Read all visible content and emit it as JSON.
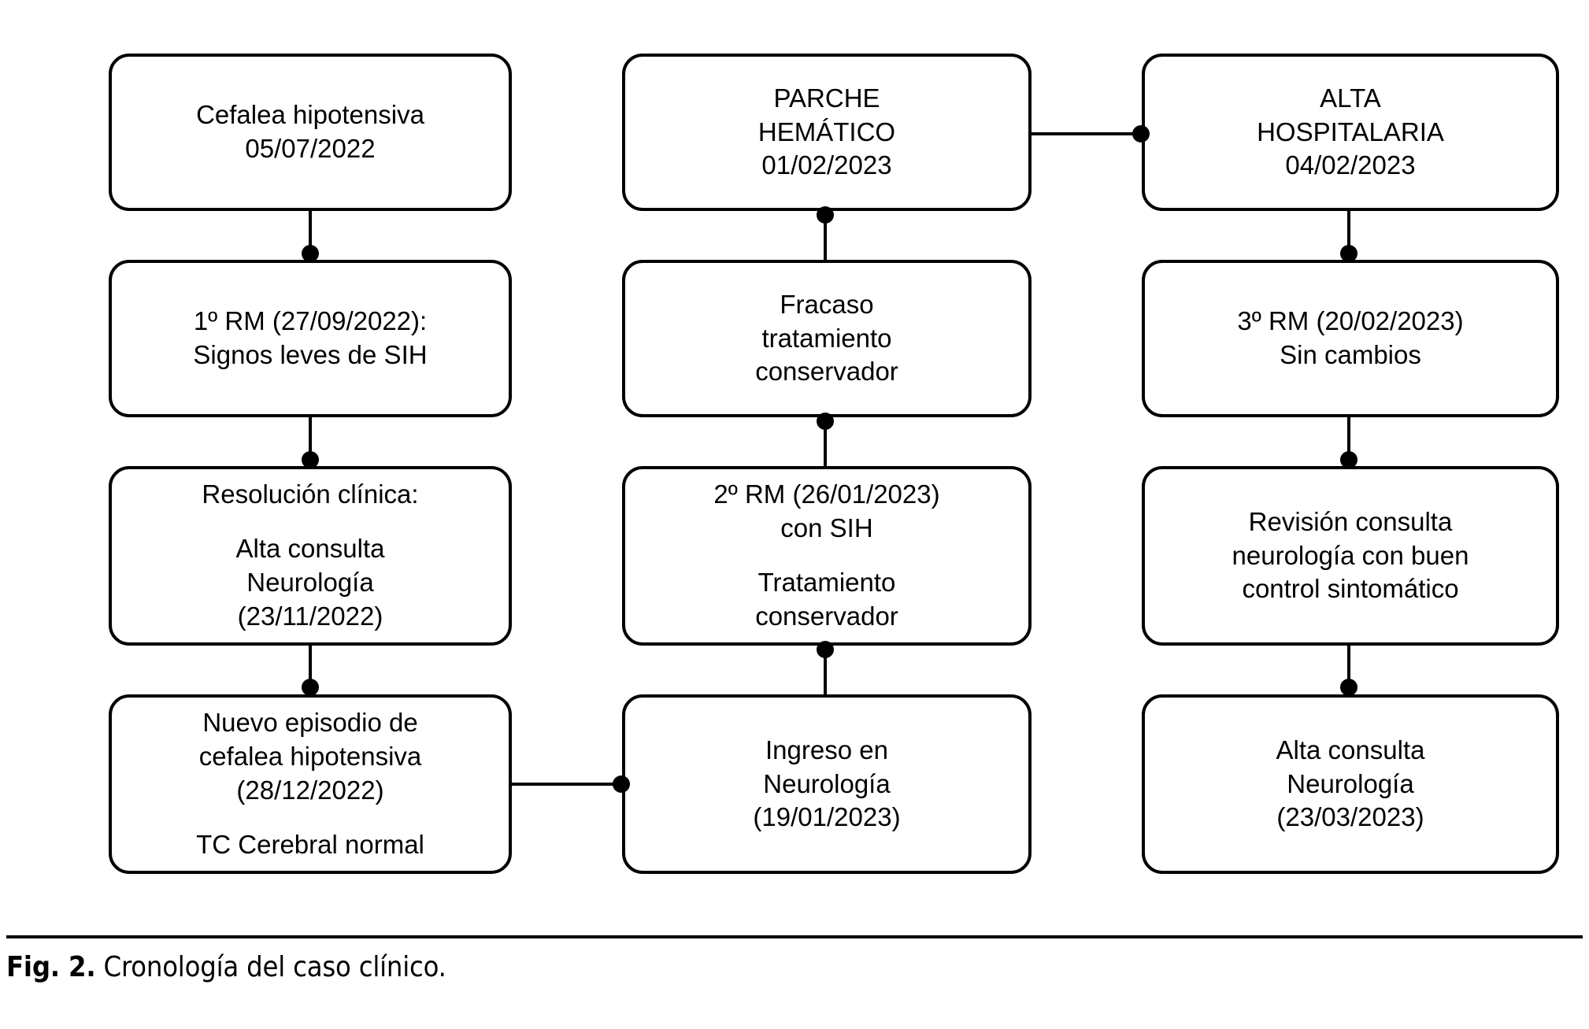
{
  "figure": {
    "label": "Fig. 2.",
    "text": "Cronología del caso clínico."
  },
  "chart_data": {
    "type": "diagram",
    "diagram_kind": "flowchart-timeline",
    "title": "Cronología del caso clínico",
    "columns": 3,
    "rows": 4,
    "nodes": [
      {
        "id": "c1r1",
        "column": 1,
        "row": 1,
        "lines": [
          "Cefalea hipotensiva",
          "05/07/2022"
        ]
      },
      {
        "id": "c1r2",
        "column": 1,
        "row": 2,
        "lines": [
          "1º RM (27/09/2022):",
          "Signos leves de SIH"
        ]
      },
      {
        "id": "c1r3",
        "column": 1,
        "row": 3,
        "groups": [
          [
            "Resolución clínica:"
          ],
          [
            "Alta consulta",
            "Neurología",
            "(23/11/2022)"
          ]
        ]
      },
      {
        "id": "c1r4",
        "column": 1,
        "row": 4,
        "groups": [
          [
            "Nuevo episodio de",
            "cefalea hipotensiva",
            "(28/12/2022)"
          ],
          [
            "TC Cerebral normal"
          ]
        ]
      },
      {
        "id": "c2r1",
        "column": 2,
        "row": 1,
        "lines": [
          "PARCHE",
          "HEMÁTICO",
          "01/02/2023"
        ]
      },
      {
        "id": "c2r2",
        "column": 2,
        "row": 2,
        "lines": [
          "Fracaso",
          "tratamiento",
          "conservador"
        ]
      },
      {
        "id": "c2r3",
        "column": 2,
        "row": 3,
        "groups": [
          [
            "2º RM (26/01/2023)",
            "con SIH"
          ],
          [
            "Tratamiento",
            "conservador"
          ]
        ]
      },
      {
        "id": "c2r4",
        "column": 2,
        "row": 4,
        "lines": [
          "Ingreso en",
          "Neurología",
          "(19/01/2023)"
        ]
      },
      {
        "id": "c3r1",
        "column": 3,
        "row": 1,
        "lines": [
          "ALTA",
          "HOSPITALARIA",
          "04/02/2023"
        ]
      },
      {
        "id": "c3r2",
        "column": 3,
        "row": 2,
        "lines": [
          "3º RM (20/02/2023)",
          "Sin cambios"
        ]
      },
      {
        "id": "c3r3",
        "column": 3,
        "row": 3,
        "lines": [
          "Revisión consulta",
          "neurología con buen",
          "control sintomático"
        ]
      },
      {
        "id": "c3r4",
        "column": 3,
        "row": 4,
        "lines": [
          "Alta consulta",
          "Neurología",
          "(23/03/2023)"
        ]
      }
    ],
    "edges": [
      {
        "from": "c1r1",
        "to": "c1r2",
        "orientation": "vertical"
      },
      {
        "from": "c1r2",
        "to": "c1r3",
        "orientation": "vertical"
      },
      {
        "from": "c1r3",
        "to": "c1r4",
        "orientation": "vertical"
      },
      {
        "from": "c1r4",
        "to": "c2r4",
        "orientation": "horizontal"
      },
      {
        "from": "c2r4",
        "to": "c2r3",
        "orientation": "vertical"
      },
      {
        "from": "c2r3",
        "to": "c2r2",
        "orientation": "vertical"
      },
      {
        "from": "c2r2",
        "to": "c2r1",
        "orientation": "vertical"
      },
      {
        "from": "c2r1",
        "to": "c3r1",
        "orientation": "horizontal"
      },
      {
        "from": "c3r1",
        "to": "c3r2",
        "orientation": "vertical"
      },
      {
        "from": "c3r2",
        "to": "c3r3",
        "orientation": "vertical"
      },
      {
        "from": "c3r3",
        "to": "c3r4",
        "orientation": "vertical"
      }
    ],
    "colors": {
      "stroke": "#000000",
      "fill": "#ffffff",
      "text": "#000000"
    }
  }
}
